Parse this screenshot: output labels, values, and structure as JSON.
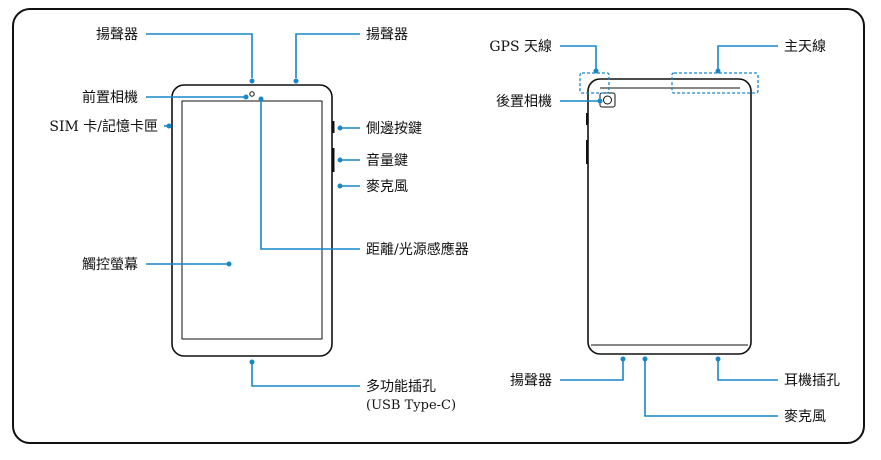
{
  "front": {
    "speaker_top_left": "揚聲器",
    "speaker_top_right": "揚聲器",
    "front_camera": "前置相機",
    "sim_slot": "SIM 卡/記憶卡匣",
    "touchscreen": "觸控螢幕",
    "side_key": "側邊按鍵",
    "volume_key": "音量鍵",
    "microphone": "麥克風",
    "proximity_sensor": "距離/光源感應器",
    "multipurpose_jack": "多功能插孔",
    "usb_type": "(USB Type-C)"
  },
  "back": {
    "gps_antenna": "GPS 天線",
    "main_antenna": "主天線",
    "rear_camera": "後置相機",
    "speaker_bottom": "揚聲器",
    "earphone_jack": "耳機插孔",
    "microphone_bottom": "麥克風"
  },
  "colors": {
    "callout": "#1787c9",
    "outline": "#111111"
  }
}
